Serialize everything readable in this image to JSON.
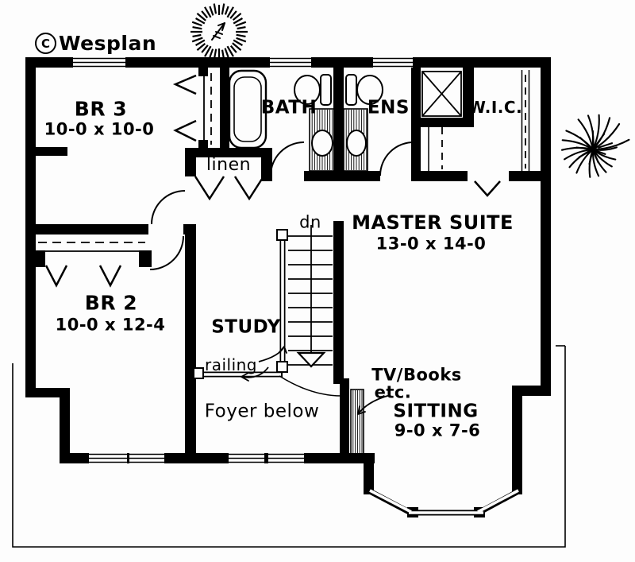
{
  "plan": {
    "copyright_symbol": "C",
    "brand": "Wesplan",
    "rooms": {
      "br3": {
        "label": "BR 3",
        "dims": "10-0 x 10-0"
      },
      "br2": {
        "label": "BR 2",
        "dims": "10-0 x 12-4"
      },
      "master": {
        "label": "MASTER SUITE",
        "dims": "13-0 x 14-0"
      },
      "sitting": {
        "label": "SITTING",
        "dims": "9-0 x 7-6"
      },
      "bath": {
        "label": "BATH"
      },
      "ens": {
        "label": "ENS."
      },
      "wic": {
        "label": "W.I.C."
      },
      "linen": {
        "label": "linen"
      },
      "study": {
        "label": "STUDY"
      },
      "foyer": {
        "label": "Foyer below"
      }
    },
    "annotations": {
      "stairs_down": "dn",
      "railing": "railing",
      "tv_books": "TV/Books",
      "etc": "etc."
    },
    "symbols": {
      "north_indicator": "sun-burst-icon",
      "tree": "tree-icon",
      "copyright": "c-in-circle-icon"
    },
    "colors": {
      "ink": "#000000",
      "paper": "#fdfdfd"
    }
  }
}
